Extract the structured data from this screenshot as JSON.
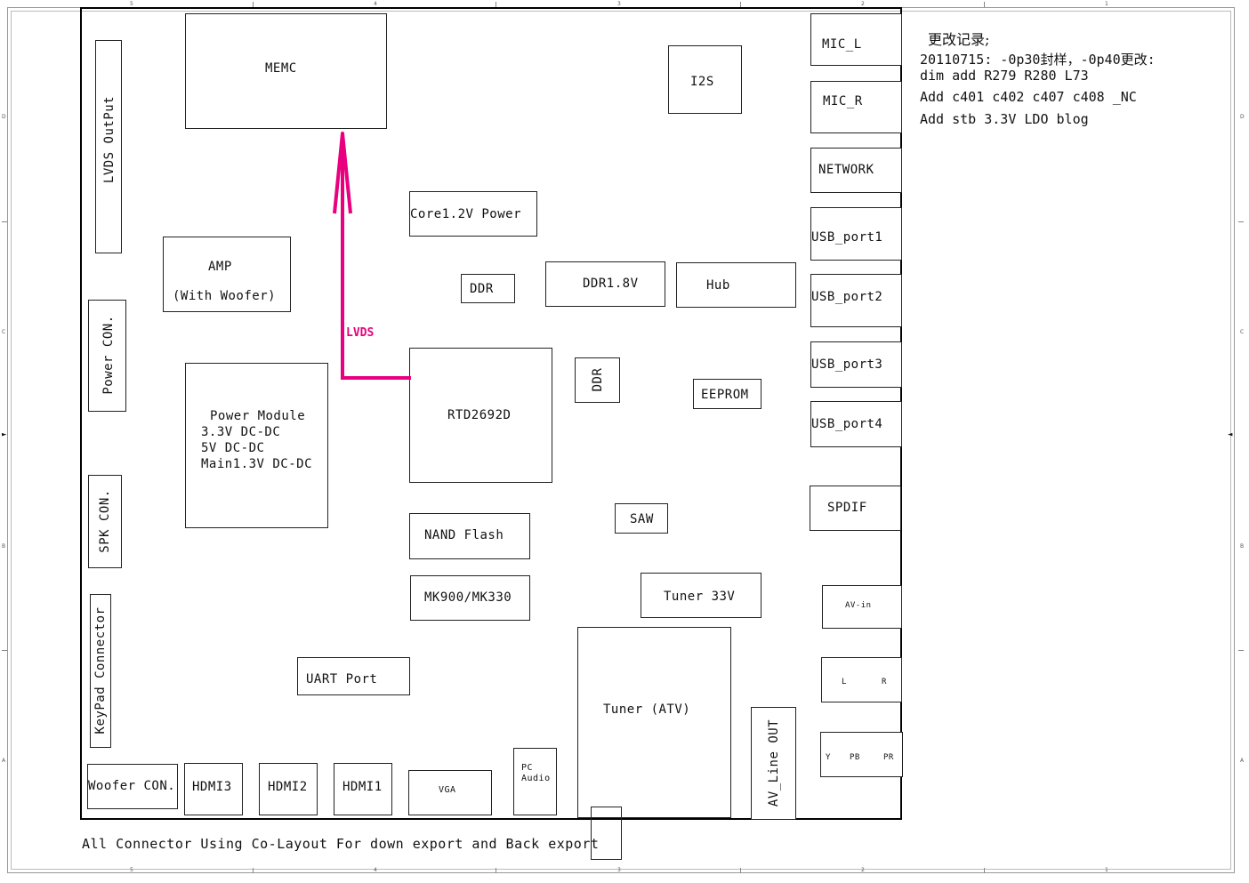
{
  "border": {
    "zones_top": [
      "5",
      "4",
      "3",
      "2",
      "1"
    ],
    "zones_bottom": [
      "5",
      "4",
      "3",
      "2",
      "1"
    ],
    "zones_side": [
      "D",
      "C",
      "B",
      "A"
    ]
  },
  "blocks": {
    "memc": "MEMC",
    "lvds_output": "LVDS OutPut",
    "amp_line1": "AMP",
    "amp_line2": "(With Woofer)",
    "power_con": "Power CON.",
    "spk_con": "SPK CON.",
    "keypad_connector": "KeyPad Connector",
    "woofer_con": "Woofer CON.",
    "power_module": [
      "Power Module",
      "3.3V DC-DC",
      "5V DC-DC",
      "Main1.3V DC-DC"
    ],
    "core_power": "Core1.2V Power",
    "ddr_small": "DDR",
    "ddr18": "DDR1.8V",
    "hub": "Hub",
    "i2s": "I2S",
    "rtd": "RTD2692D",
    "ddr_vertical": "DDR",
    "eeprom": "EEPROM",
    "nand": "NAND Flash",
    "mk": "MK900/MK330",
    "saw": "SAW",
    "tuner33": "Tuner 33V",
    "tuner_atv": "Tuner (ATV)",
    "uart": "UART Port",
    "hdmi3": "HDMI3",
    "hdmi2": "HDMI2",
    "hdmi1": "HDMI1",
    "vga": "VGA",
    "pc_audio": [
      "PC",
      "Audio"
    ],
    "av_line_out": "AV_Line OUT",
    "mic_l": "MIC_L",
    "mic_r": "MIC_R",
    "network": "NETWORK",
    "usb1": "USB_port1",
    "usb2": "USB_port2",
    "usb3": "USB_port3",
    "usb4": "USB_port4",
    "spdif": "SPDIF",
    "av_in": "AV-in",
    "audio_l": "L",
    "audio_r": "R",
    "ypbpr": [
      "Y",
      "PB",
      "PR"
    ]
  },
  "signal": {
    "label": "LVDS",
    "color": "#e8007f"
  },
  "notes": {
    "title": "更改记录;",
    "lines": [
      "20110715: -0p30封样，-0p40更改:",
      "dim add R279 R280 L73",
      "Add c401 c402 c407 c408 _NC",
      "Add stb 3.3V LDO blog"
    ]
  },
  "footer": "All Connector Using Co-Layout For down export and Back export"
}
